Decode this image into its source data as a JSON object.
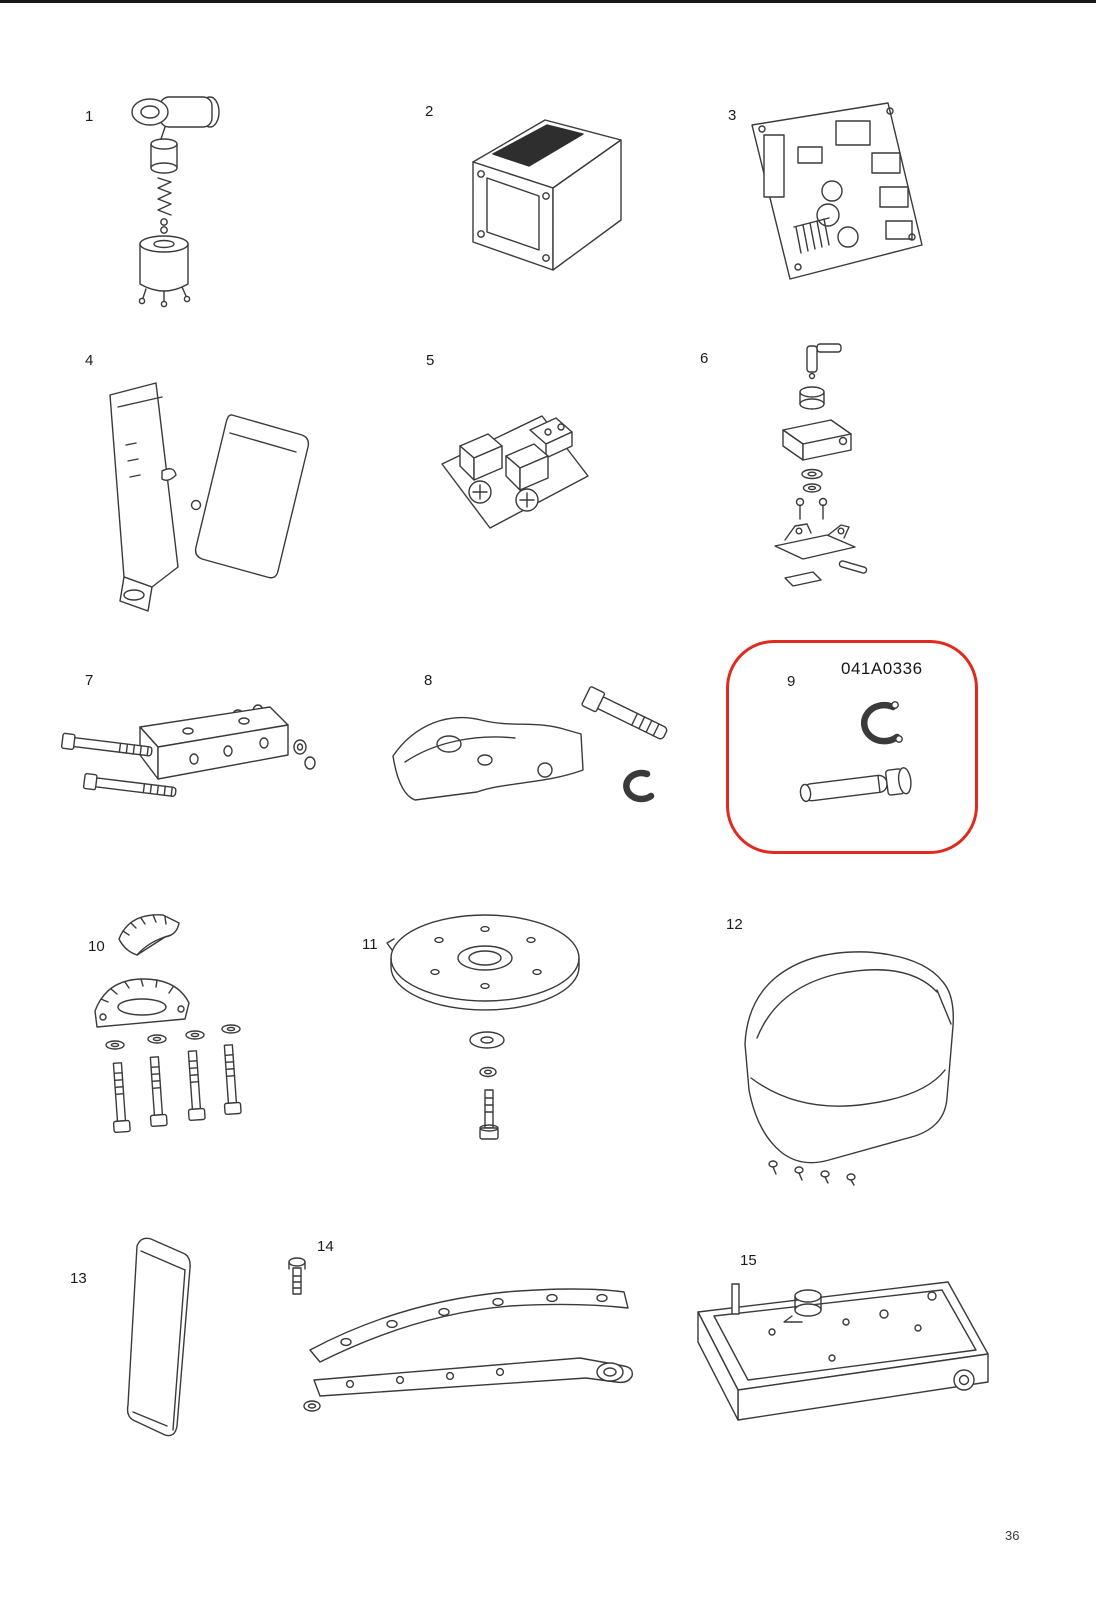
{
  "page": {
    "number": "36"
  },
  "highlight": {
    "label": "041A0336",
    "color": "#e02a1f",
    "part": "9"
  },
  "parts": [
    {
      "num": "1",
      "figure": "motor-assembly"
    },
    {
      "num": "2",
      "figure": "transformer"
    },
    {
      "num": "3",
      "figure": "circuit-board"
    },
    {
      "num": "4",
      "figure": "panel-and-cover"
    },
    {
      "num": "5",
      "figure": "terminal-block"
    },
    {
      "num": "6",
      "figure": "switch-hardware-stack"
    },
    {
      "num": "7",
      "figure": "bracket-with-bolts"
    },
    {
      "num": "8",
      "figure": "bracket-bolt-clip"
    },
    {
      "num": "9",
      "figure": "retaining-ring-and-clevis-pin"
    },
    {
      "num": "10",
      "figure": "clamp-and-hardware"
    },
    {
      "num": "11",
      "figure": "pulley-disc"
    },
    {
      "num": "12",
      "figure": "cover-housing"
    },
    {
      "num": "13",
      "figure": "side-panel"
    },
    {
      "num": "14",
      "figure": "door-arm-assembly"
    },
    {
      "num": "15",
      "figure": "base-chassis"
    }
  ]
}
